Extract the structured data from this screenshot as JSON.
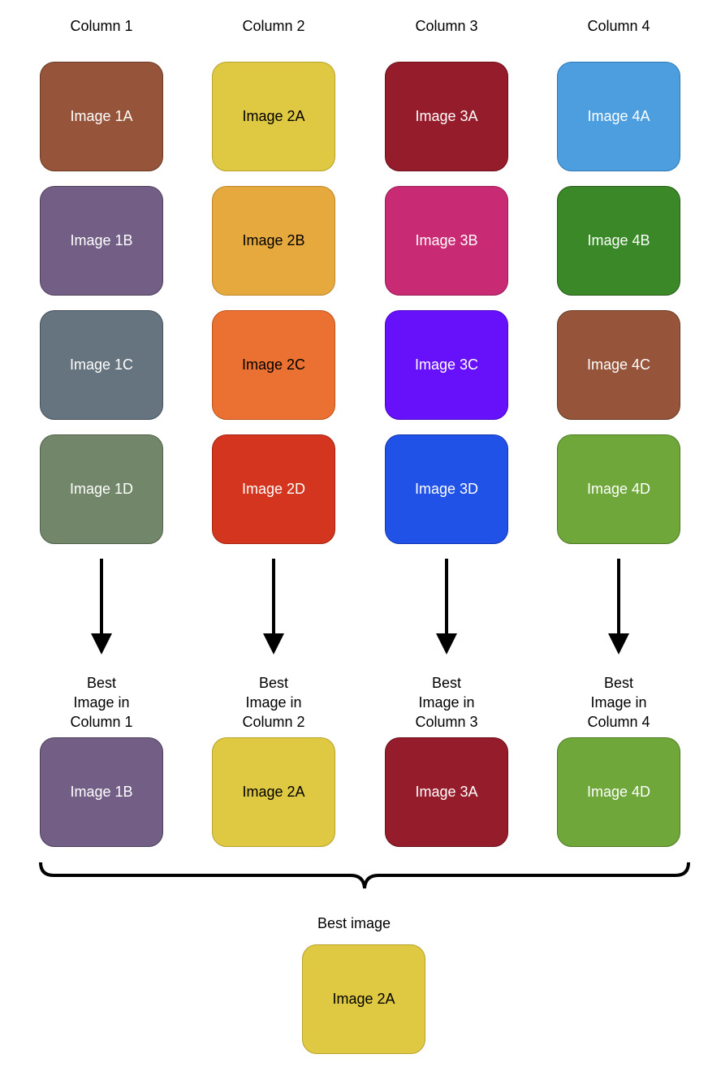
{
  "columns": [
    {
      "header": "Column 1",
      "images": [
        {
          "label": "Image 1A",
          "fill": "#96553A",
          "border": "#6a3a24",
          "text": "#ffffff"
        },
        {
          "label": "Image 1B",
          "fill": "#735F86",
          "border": "#4d3e5c",
          "text": "#ffffff"
        },
        {
          "label": "Image 1C",
          "fill": "#66747F",
          "border": "#44505a",
          "text": "#ffffff"
        },
        {
          "label": "Image 1D",
          "fill": "#72876A",
          "border": "#4f6148",
          "text": "#ffffff"
        }
      ],
      "best_caption": [
        "Best",
        "Image in",
        "Column 1"
      ],
      "best": {
        "label": "Image 1B",
        "fill": "#735F86",
        "border": "#4d3e5c",
        "text": "#ffffff"
      }
    },
    {
      "header": "Column 2",
      "images": [
        {
          "label": "Image 2A",
          "fill": "#DFC842",
          "border": "#b8a22b",
          "text": "#000000"
        },
        {
          "label": "Image 2B",
          "fill": "#E5A93E",
          "border": "#bd8727",
          "text": "#000000"
        },
        {
          "label": "Image 2C",
          "fill": "#EA7131",
          "border": "#bf521a",
          "text": "#000000"
        },
        {
          "label": "Image 2D",
          "fill": "#D3351F",
          "border": "#a52310",
          "text": "#ffffff"
        }
      ],
      "best_caption": [
        "Best",
        "Image in",
        "Column 2"
      ],
      "best": {
        "label": "Image 2A",
        "fill": "#DFC842",
        "border": "#b8a22b",
        "text": "#000000"
      }
    },
    {
      "header": "Column 3",
      "images": [
        {
          "label": "Image 3A",
          "fill": "#951C2B",
          "border": "#6b0f1b",
          "text": "#ffffff"
        },
        {
          "label": "Image 3B",
          "fill": "#C82A73",
          "border": "#991a54",
          "text": "#ffffff"
        },
        {
          "label": "Image 3C",
          "fill": "#6711FB",
          "border": "#4a05c5",
          "text": "#ffffff"
        },
        {
          "label": "Image 3D",
          "fill": "#2152E8",
          "border": "#1235b0",
          "text": "#ffffff"
        }
      ],
      "best_caption": [
        "Best",
        "Image in",
        "Column 3"
      ],
      "best": {
        "label": "Image 3A",
        "fill": "#951C2B",
        "border": "#6b0f1b",
        "text": "#ffffff"
      }
    },
    {
      "header": "Column 4",
      "images": [
        {
          "label": "Image 4A",
          "fill": "#4C9EDF",
          "border": "#2a78b6",
          "text": "#ffffff"
        },
        {
          "label": "Image 4B",
          "fill": "#3A8827",
          "border": "#245c17",
          "text": "#ffffff"
        },
        {
          "label": "Image 4C",
          "fill": "#96553A",
          "border": "#6a3a24",
          "text": "#ffffff"
        },
        {
          "label": "Image 4D",
          "fill": "#6FA73B",
          "border": "#4c7b23",
          "text": "#ffffff"
        }
      ],
      "best_caption": [
        "Best",
        "Image in",
        "Column 4"
      ],
      "best": {
        "label": "Image 4D",
        "fill": "#6FA73B",
        "border": "#4c7b23",
        "text": "#ffffff"
      }
    }
  ],
  "final": {
    "caption": "Best image",
    "label": "Image 2A",
    "fill": "#DFC842",
    "border": "#b8a22b",
    "text": "#000000"
  },
  "connector_color": "#000000"
}
